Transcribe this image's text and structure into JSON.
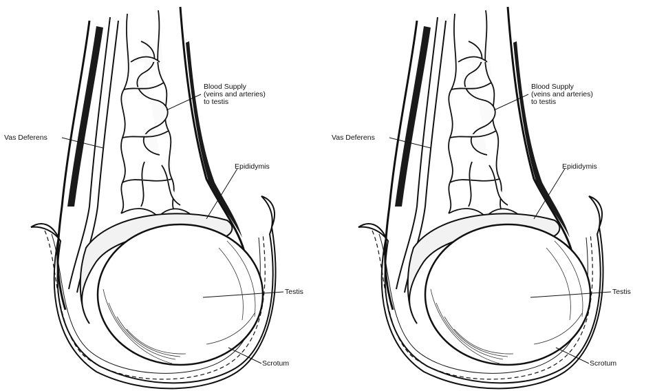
{
  "figure": {
    "panels": [
      {
        "labels": {
          "blood_supply_line1": "Blood Supply",
          "blood_supply_line2": "(veins and arteries)",
          "blood_supply_line3": "to testis",
          "vas_deferens": "Vas Deferens",
          "epididymis": "Epididymis",
          "testis": "Testis",
          "scrotum": "Scrotum"
        }
      },
      {
        "labels": {
          "blood_supply_line1": "Blood Supply",
          "blood_supply_line2": "(veins and arteries)",
          "blood_supply_line3": "to testis",
          "vas_deferens": "Vas Deferens",
          "epididymis": "Epididymis",
          "testis": "Testis",
          "scrotum": "Scrotum"
        }
      }
    ]
  }
}
